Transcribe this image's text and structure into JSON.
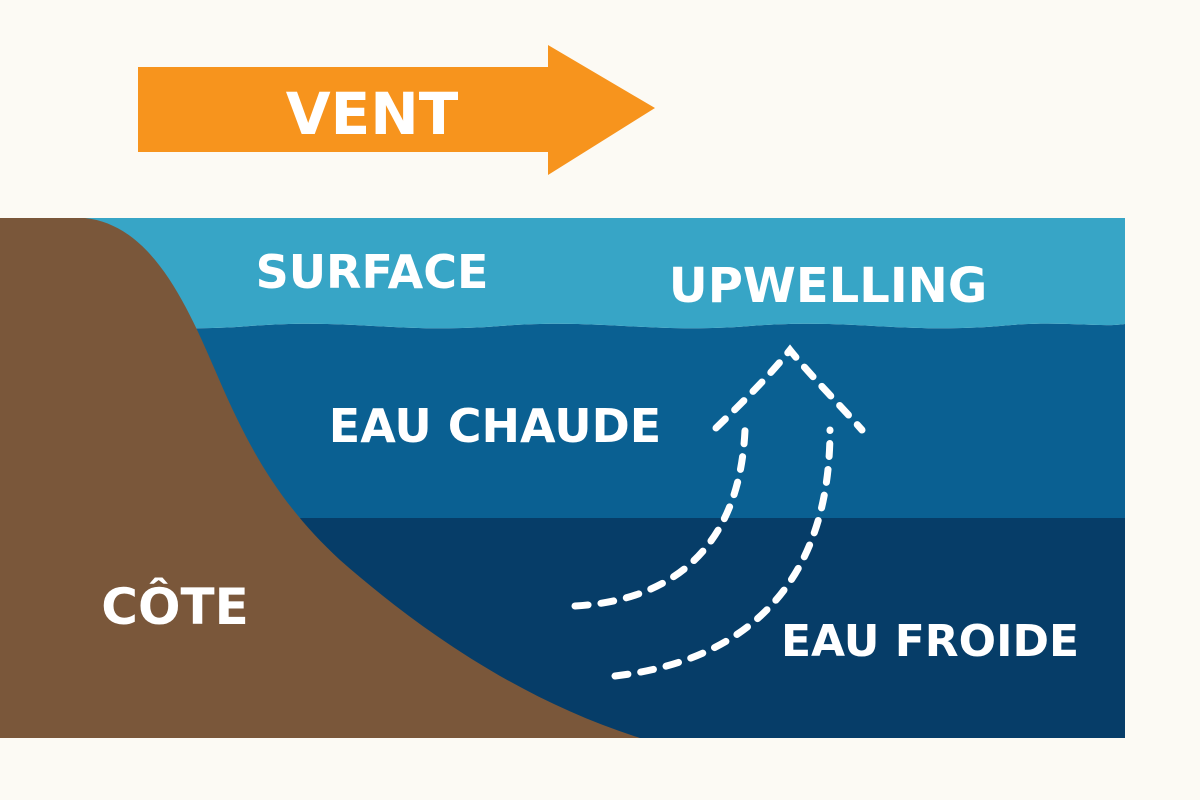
{
  "labels": {
    "wind": "VENT",
    "surface": "SURFACE",
    "upwelling": "UPWELLING",
    "warm_water": "EAU CHAUDE",
    "cold_water": "EAU FROIDE",
    "coast": "CÔTE"
  },
  "colors": {
    "background": "#fcfaf4",
    "wind_arrow": "#f7941d",
    "surface_water": "#37a5c6",
    "warm_water": "#0a6092",
    "cold_water": "#063d68",
    "coast": "#7a573a",
    "text": "#ffffff",
    "upwelling_arrows": "#ffffff"
  },
  "icons": {
    "wind": "right-arrow-icon",
    "upwelling": "dashed-curved-up-arrow-icon"
  }
}
